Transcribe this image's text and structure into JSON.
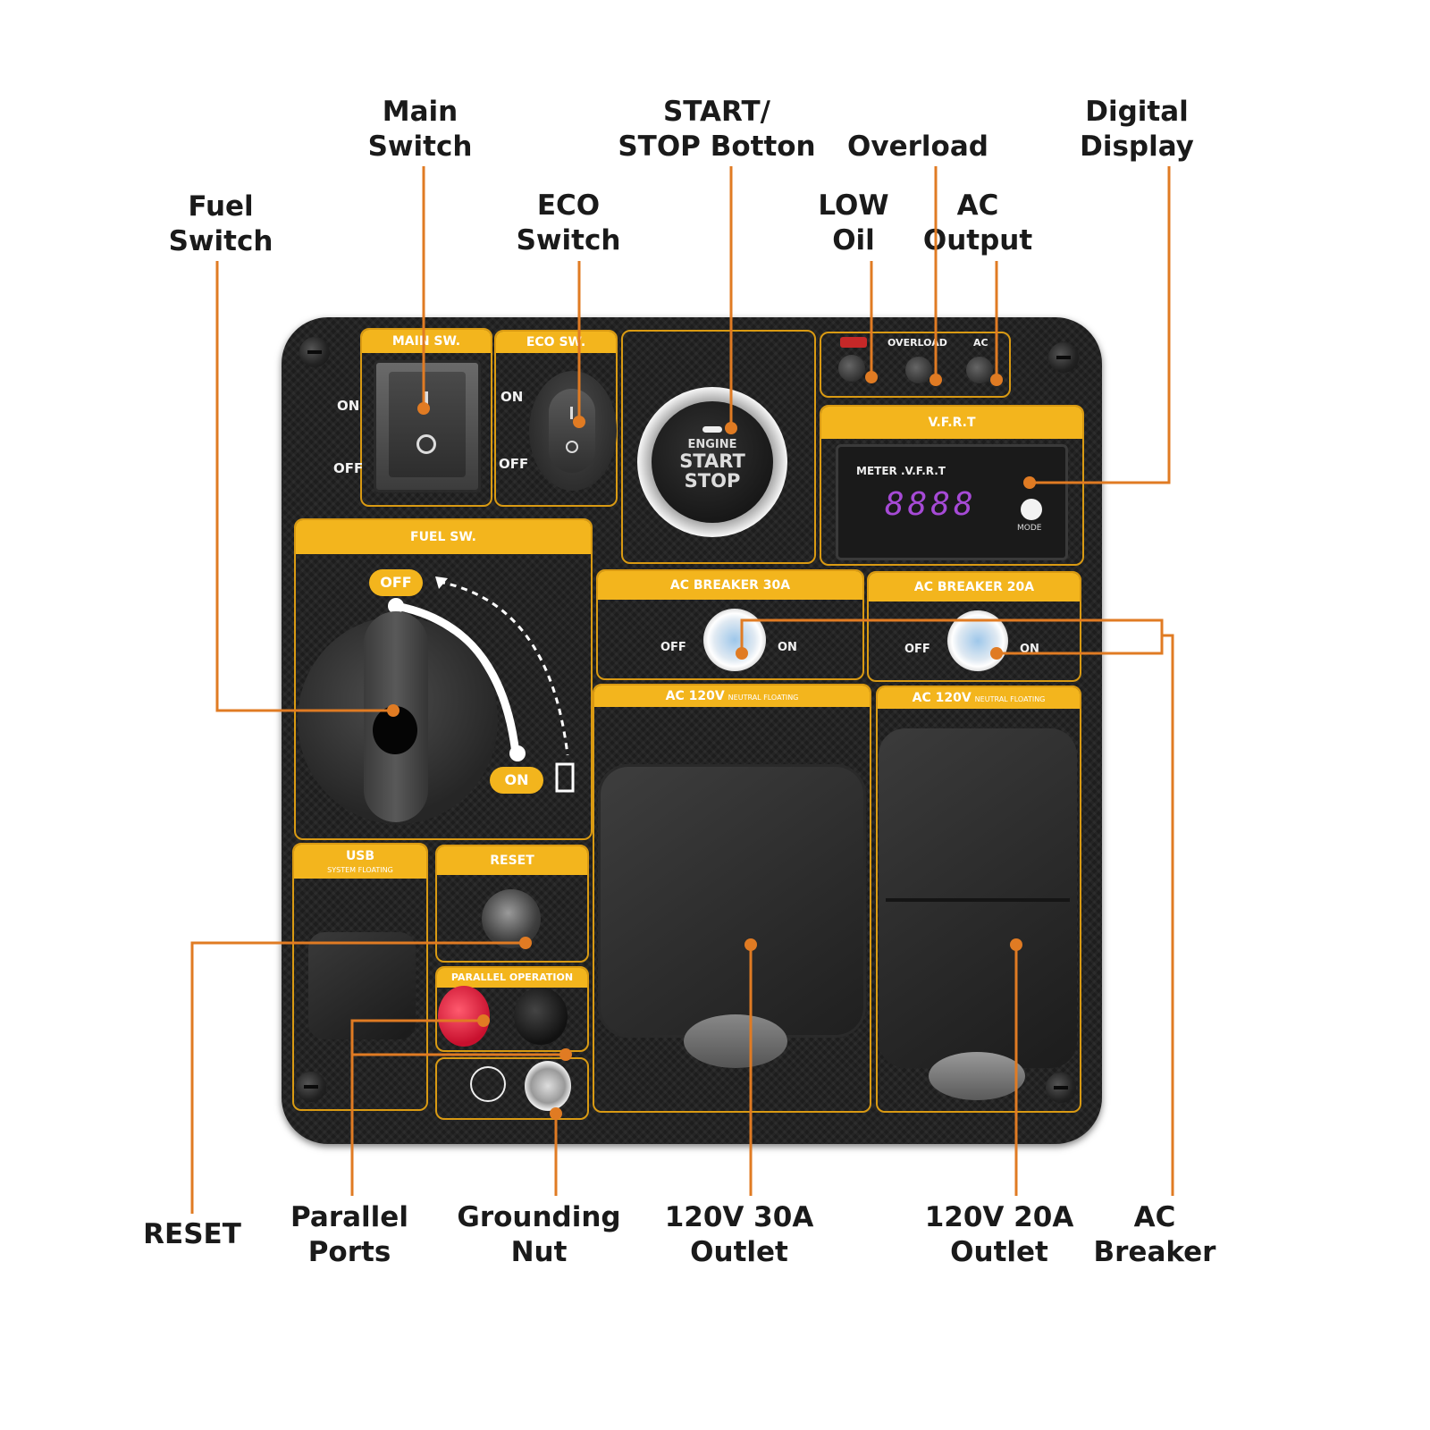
{
  "callouts": {
    "fuel_switch": [
      "Fuel",
      "Switch"
    ],
    "main_switch": [
      "Main",
      "Switch"
    ],
    "eco_switch": [
      "ECO",
      "Switch"
    ],
    "start_stop": [
      "START/",
      "STOP Botton"
    ],
    "overload": [
      "Overload"
    ],
    "low_oil": [
      "LOW",
      "Oil"
    ],
    "ac_output": [
      "AC",
      "Output"
    ],
    "digital_display": [
      "Digital",
      "Display"
    ],
    "reset": [
      "RESET"
    ],
    "parallel_ports": [
      "Parallel",
      "Ports"
    ],
    "grounding_nut": [
      "Grounding",
      "Nut"
    ],
    "outlet_30a": [
      "120V 30A",
      "Outlet"
    ],
    "outlet_20a": [
      "120V 20A",
      "Outlet"
    ],
    "ac_breaker": [
      "AC",
      "Breaker"
    ]
  },
  "panel": {
    "main_sw": "MAIN SW.",
    "eco_sw": "ECO SW.",
    "on": "ON",
    "off": "OFF",
    "engine": "ENGINE",
    "start": "START",
    "stop": "STOP",
    "overload": "OVERLOAD",
    "ac": "AC",
    "vfrt": "V.F.R.T",
    "meter": "METER .V.F.R.T",
    "display_value": "8888",
    "mode": "MODE",
    "fuel_sw": "FUEL SW.",
    "ac_breaker_30a": "AC BREAKER 30A",
    "ac_breaker_20a": "AC BREAKER 20A",
    "ac_120v": "AC 120V",
    "neutral_floating": "NEUTRAL FLOATING",
    "usb": "USB",
    "system_floating": "SYSTEM FLOATING",
    "reset": "RESET",
    "parallel_operation": "PARALLEL OPERATION"
  },
  "colors": {
    "leader": "#e07b23",
    "accent": "#f3b51d",
    "panel": "#1d1d1d"
  }
}
